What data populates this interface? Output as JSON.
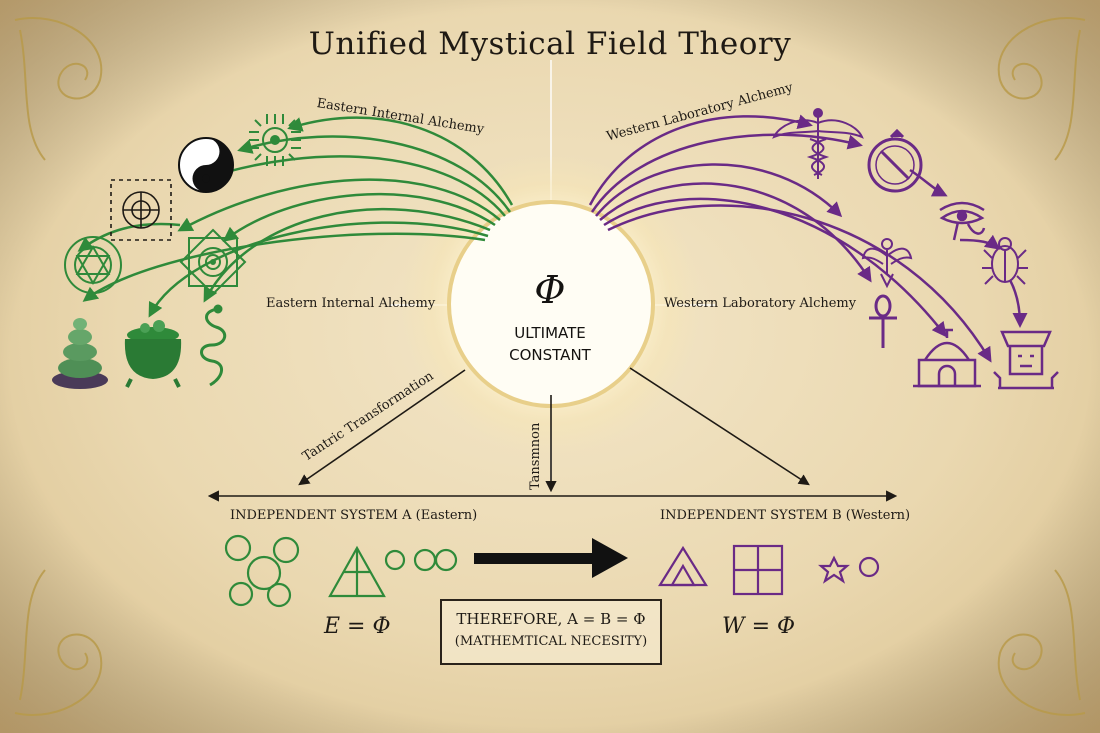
{
  "title": "Unified Mystical Field Theory",
  "center": {
    "symbol": "Φ",
    "line1": "ULTIMATE",
    "line2": "CONSTANT"
  },
  "arcs": {
    "eastern_top": "Eastern Internal Alchemy",
    "eastern_side": "Eastern Internal Alchemy",
    "western_top": "Western Laboratory Alchemy",
    "western_side": "Western Laboratory Alchemy"
  },
  "branches": {
    "left": "Tantric Transformation",
    "middle": "Tansmnon"
  },
  "systems": {
    "a_label": "INDEPENDENT SYSTEM A (Eastern)",
    "b_label": "INDEPENDENT SYSTEM B (Western)",
    "a_equation": "E = Φ",
    "b_equation": "W = Φ"
  },
  "conclusion": {
    "line1": "THEREFORE, A = B = Φ",
    "line2": "(MATHEMTICAL NECESITY)"
  },
  "colors": {
    "eastern": "#2f8a3a",
    "western": "#6a2a86",
    "ink": "#1e1a15",
    "gold": "#b89a4a",
    "parchment": "#efe0bd"
  },
  "icons": {
    "eastern": [
      "bagua-icon",
      "yin-yang-icon",
      "mandala-grid-icon",
      "heart-chakra-icon",
      "lotus-mandala-icon",
      "stacked-stones-icon",
      "cauldron-icon",
      "serpent-icon"
    ],
    "western": [
      "caduceus-icon",
      "ouroboros-icon",
      "eye-of-horus-icon",
      "scarab-icon",
      "winged-figure-icon",
      "ankh-icon",
      "athanor-furnace-icon",
      "pharaoh-head-icon"
    ]
  }
}
